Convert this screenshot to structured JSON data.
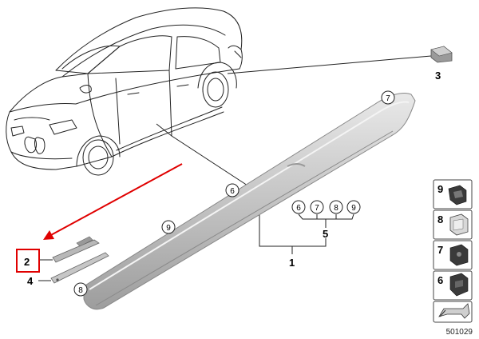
{
  "callouts": {
    "c1": "1",
    "c2": "2",
    "c3": "3",
    "c4": "4",
    "c5": "5"
  },
  "circled": {
    "rail_end": "7",
    "rail_mid": "6",
    "rail_lower": "9",
    "rail_front": "8",
    "group_a": "6",
    "group_b": "7",
    "group_c": "8",
    "group_d": "9"
  },
  "legend": [
    {
      "number": "9",
      "icon": "clip-9-icon"
    },
    {
      "number": "8",
      "icon": "clip-8-icon"
    },
    {
      "number": "7",
      "icon": "clip-7-icon"
    },
    {
      "number": "6",
      "icon": "clip-6-icon"
    }
  ],
  "reference_number": "501029",
  "highlight_color": "#e00000",
  "part_color": "#c9c9c9"
}
